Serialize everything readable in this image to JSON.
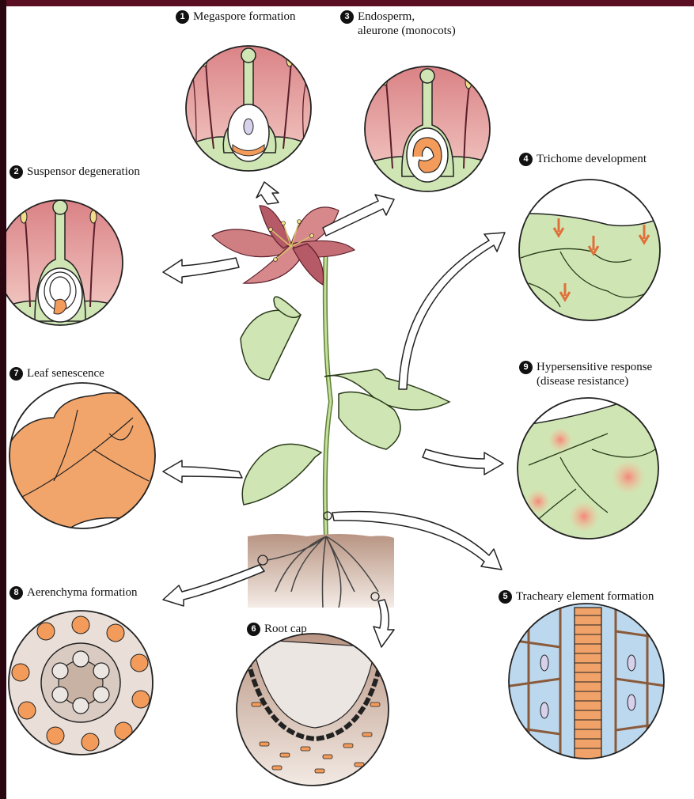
{
  "labels": [
    {
      "number": "1",
      "text": "Megaspore formation"
    },
    {
      "number": "3",
      "text": "Endosperm,",
      "text2": "aleurone (monocots)"
    },
    {
      "number": "2",
      "text": "Suspensor degeneration"
    },
    {
      "number": "4",
      "text": "Trichome development"
    },
    {
      "number": "7",
      "text": "Leaf senescence"
    },
    {
      "number": "9",
      "text": "Hypersensitive response",
      "text2": "(disease resistance)"
    },
    {
      "number": "8",
      "text": "Aerenchyma formation"
    },
    {
      "number": "6",
      "text": "Root cap"
    },
    {
      "number": "5",
      "text": "Tracheary element formation"
    }
  ],
  "colors": {
    "petal": "#e8a9a4",
    "petal_dark": "#c46a6f",
    "leaf": "#cfe6b4",
    "leaf_stroke": "#2a3a1a",
    "senescent": "#f2a56b",
    "lesion": "#f49a7a",
    "xylem_blue": "#bcd8ee",
    "xylem_orange": "#f0a268",
    "root_brown": "#c9aa98",
    "frame": "#3a0a14"
  }
}
